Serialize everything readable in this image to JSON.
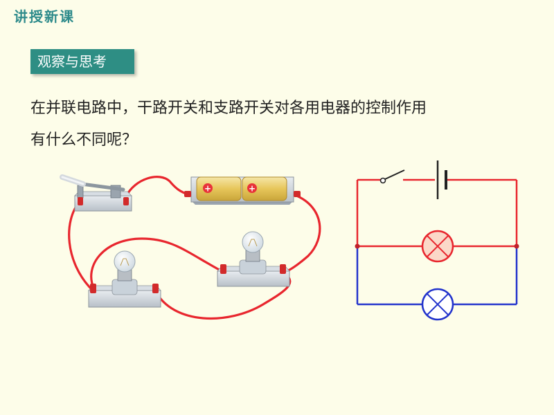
{
  "header": {
    "title": "讲授新课"
  },
  "section_tag": {
    "label": "观察与思考"
  },
  "question": {
    "line1": "在并联电路中，干路开关和支路开关对各用电器的控制作用",
    "line2": "有什么不同呢？"
  },
  "colors": {
    "background": "#FDFDE9",
    "accent": "#2E8E84",
    "wire_red": "#E8262E",
    "wire_blue": "#2233CC",
    "lamp_fill": "#FBD8C8"
  },
  "icons": [
    "knife-switch-icon",
    "battery-pack-icon",
    "light-bulb-icon",
    "lamp-symbol-icon",
    "switch-symbol-icon",
    "battery-symbol-icon"
  ]
}
